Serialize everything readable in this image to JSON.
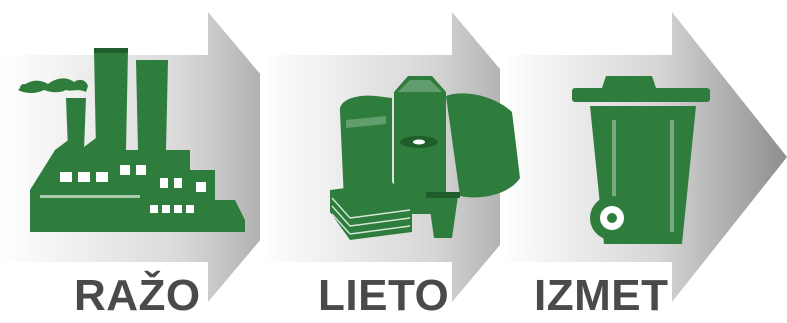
{
  "steps": [
    {
      "label": "RAŽO",
      "icon": "factory-icon"
    },
    {
      "label": "LIETO",
      "icon": "products-icon"
    },
    {
      "label": "IZMET",
      "icon": "waste-bin-icon"
    }
  ],
  "colors": {
    "icon_green": "#2e7d3c",
    "label_gray": "#4a4a4a",
    "arrow_light": "#ffffff",
    "arrow_dark": "#8e8e8e"
  }
}
